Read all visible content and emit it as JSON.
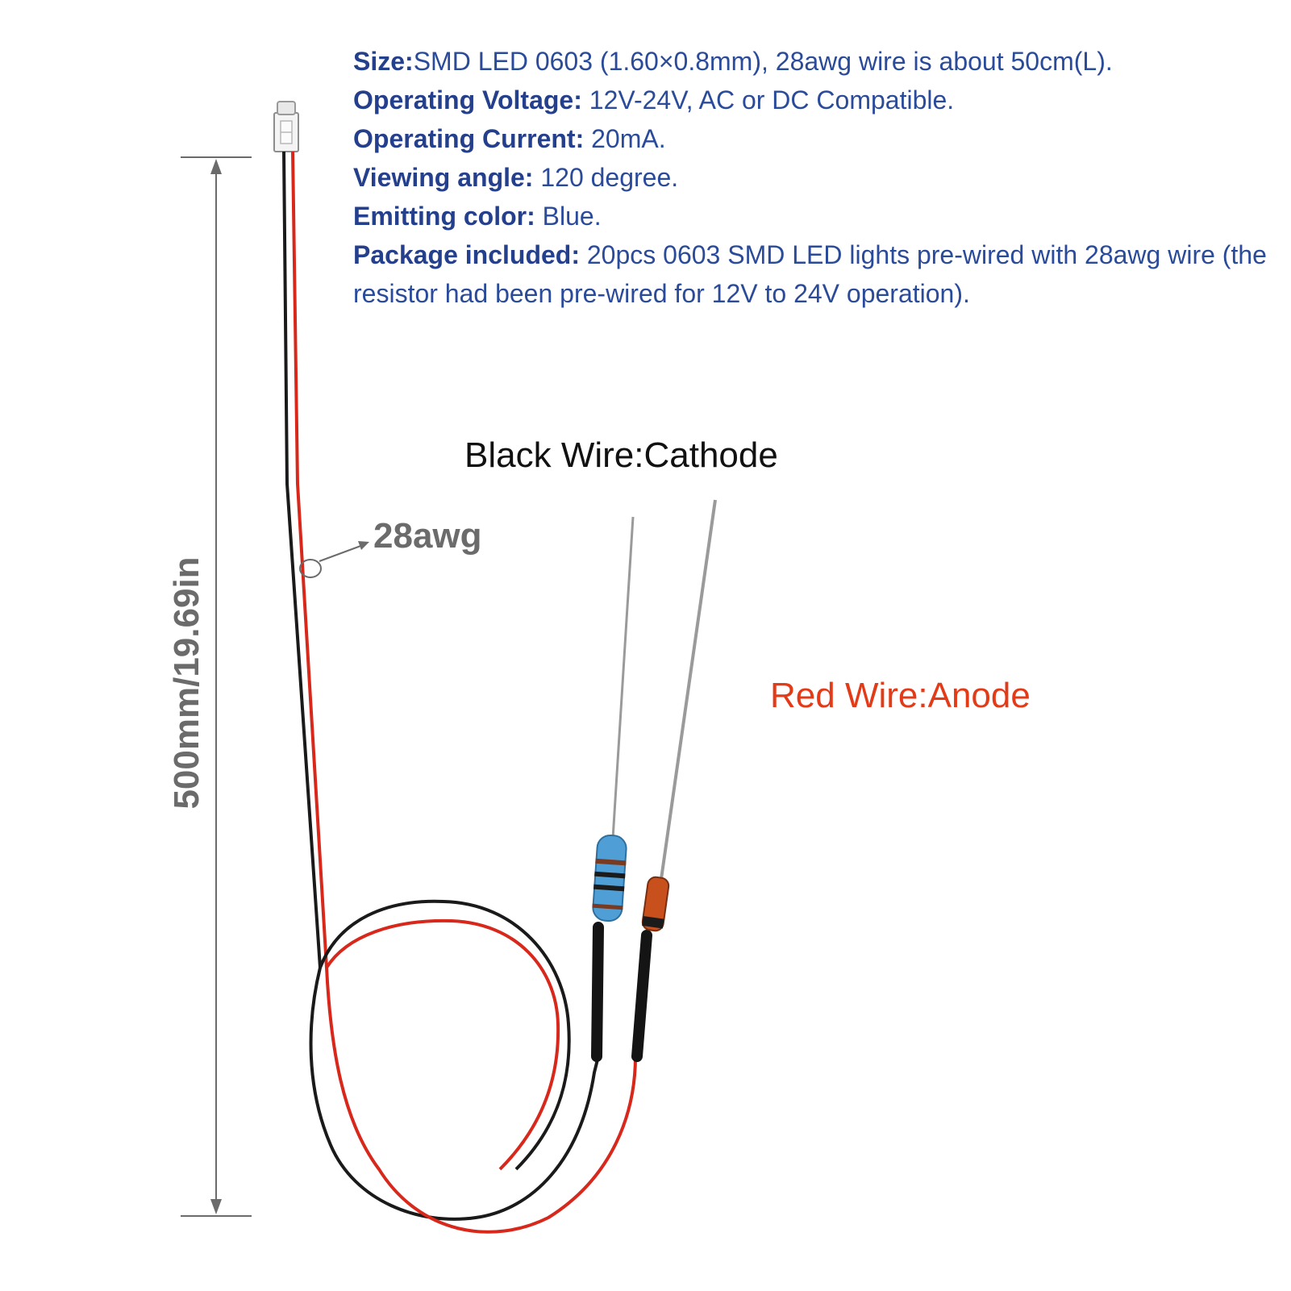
{
  "specs": [
    {
      "key": "Size:",
      "value": "SMD LED 0603 (1.60×0.8mm), 28awg wire is about 50cm(L)."
    },
    {
      "key": "Operating Voltage:",
      "value": " 12V-24V, AC or DC Compatible."
    },
    {
      "key": "Operating Current:",
      "value": " 20mA."
    },
    {
      "key": "Viewing angle:",
      "value": " 120 degree."
    },
    {
      "key": "Emitting color:",
      "value": " Blue."
    },
    {
      "key": "Package included:",
      "value": " 20pcs 0603 SMD LED lights pre-wired with 28awg wire (the resistor had been pre-wired for 12V to 24V operation)."
    }
  ],
  "labels": {
    "black_wire": "Black Wire:Cathode",
    "red_wire": "Red Wire:Anode",
    "gauge": "28awg",
    "length": "500mm/19.69in"
  },
  "colors": {
    "spec_text": "#2a4a9a",
    "black_wire": "#1a1a1a",
    "red_wire": "#d8281c",
    "red_label": "#e33a18",
    "dimension": "#6b6b6b",
    "resistor_body": "#4f9fd6",
    "diode_body": "#c8501c"
  }
}
